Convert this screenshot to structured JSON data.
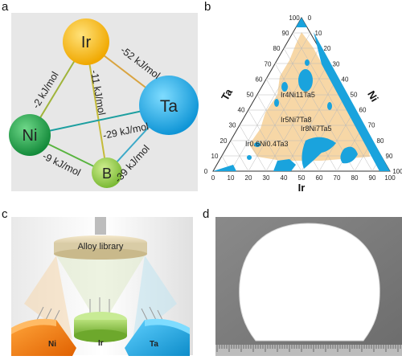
{
  "panels": {
    "a": {
      "label": "a",
      "nodes": {
        "ir": "Ir",
        "ta": "Ta",
        "ni": "Ni",
        "b": "B"
      },
      "energies": {
        "ir_ta": "-52 kJ/mol",
        "ni_ir": "-2 kJ/mol",
        "ir_b": "-11 kJ/mol",
        "ni_ta": "-29 kJ/mol",
        "ni_b": "-9 kJ/mol",
        "ta_b": "-39 kJ/mol"
      },
      "colors": {
        "ir": "#f3b820",
        "ta": "#19a9e6",
        "ni": "#1fa84a",
        "b": "#8cc63f",
        "background": "#e6e6e6"
      }
    },
    "b": {
      "label": "b",
      "axis_left": "Ta",
      "axis_right": "Ni",
      "axis_bottom": "Ir",
      "ticks_bottom": [
        "0",
        "10",
        "20",
        "30",
        "40",
        "50",
        "60",
        "70",
        "80",
        "90",
        "100"
      ],
      "ticks_left": [
        "100",
        "90",
        "80",
        "70",
        "60",
        "50",
        "40",
        "30",
        "20",
        "10",
        "0"
      ],
      "ticks_right": [
        "100",
        "90",
        "80",
        "70",
        "60",
        "50",
        "40",
        "30",
        "20",
        "10",
        "0"
      ],
      "compositions": [
        "Ir4Ni11Ta5",
        "Ir5Ni7Ta8",
        "Ir8Ni7Ta5",
        "Ir0.6Ni0.4Ta3"
      ],
      "colors": {
        "region": "#f7d7a6",
        "phase": "#1aa3dd"
      }
    },
    "c": {
      "label": "c",
      "library_label": "Alloy library",
      "targets": [
        "Ni",
        "Ir",
        "Ta"
      ]
    },
    "d": {
      "label": "d"
    }
  }
}
